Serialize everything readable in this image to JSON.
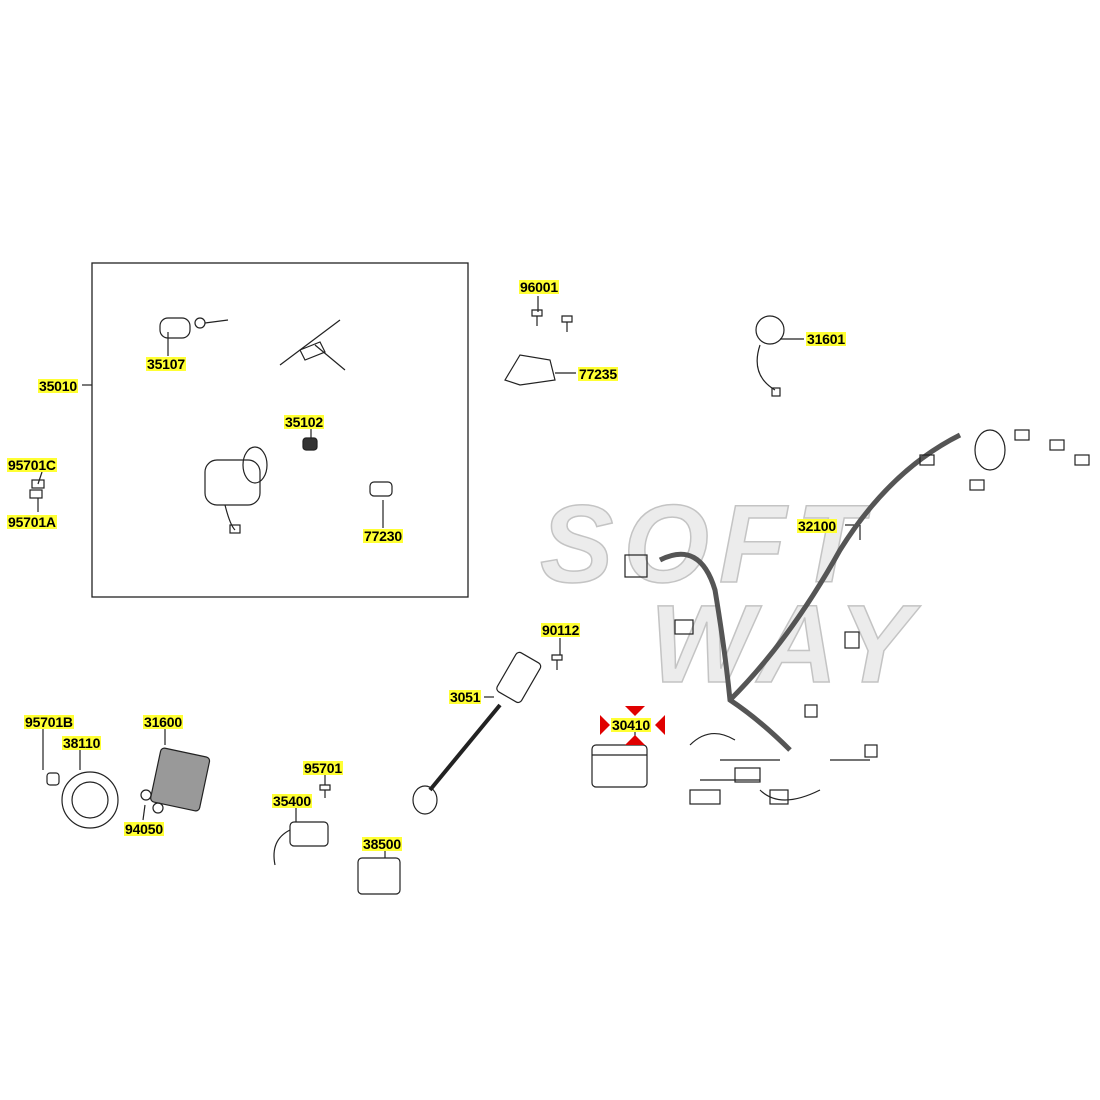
{
  "diagram": {
    "watermark": [
      "SOFT",
      "WAY"
    ],
    "highlight_color": "#ffff33",
    "marker_color": "#e00000",
    "selected_part": "30410",
    "labels": {
      "p96001": "96001",
      "p31601": "31601",
      "p77235": "77235",
      "p35010": "35010",
      "p35107": "35107",
      "p35102": "35102",
      "p95701C": "95701C",
      "p95701A": "95701A",
      "p77230": "77230",
      "p32100": "32100",
      "p90112": "90112",
      "p3051": "3051",
      "p30410": "30410",
      "p95701B": "95701B",
      "p31600": "31600",
      "p38110": "38110",
      "p94050": "94050",
      "p95701": "95701",
      "p35400": "35400",
      "p38500": "38500"
    }
  }
}
